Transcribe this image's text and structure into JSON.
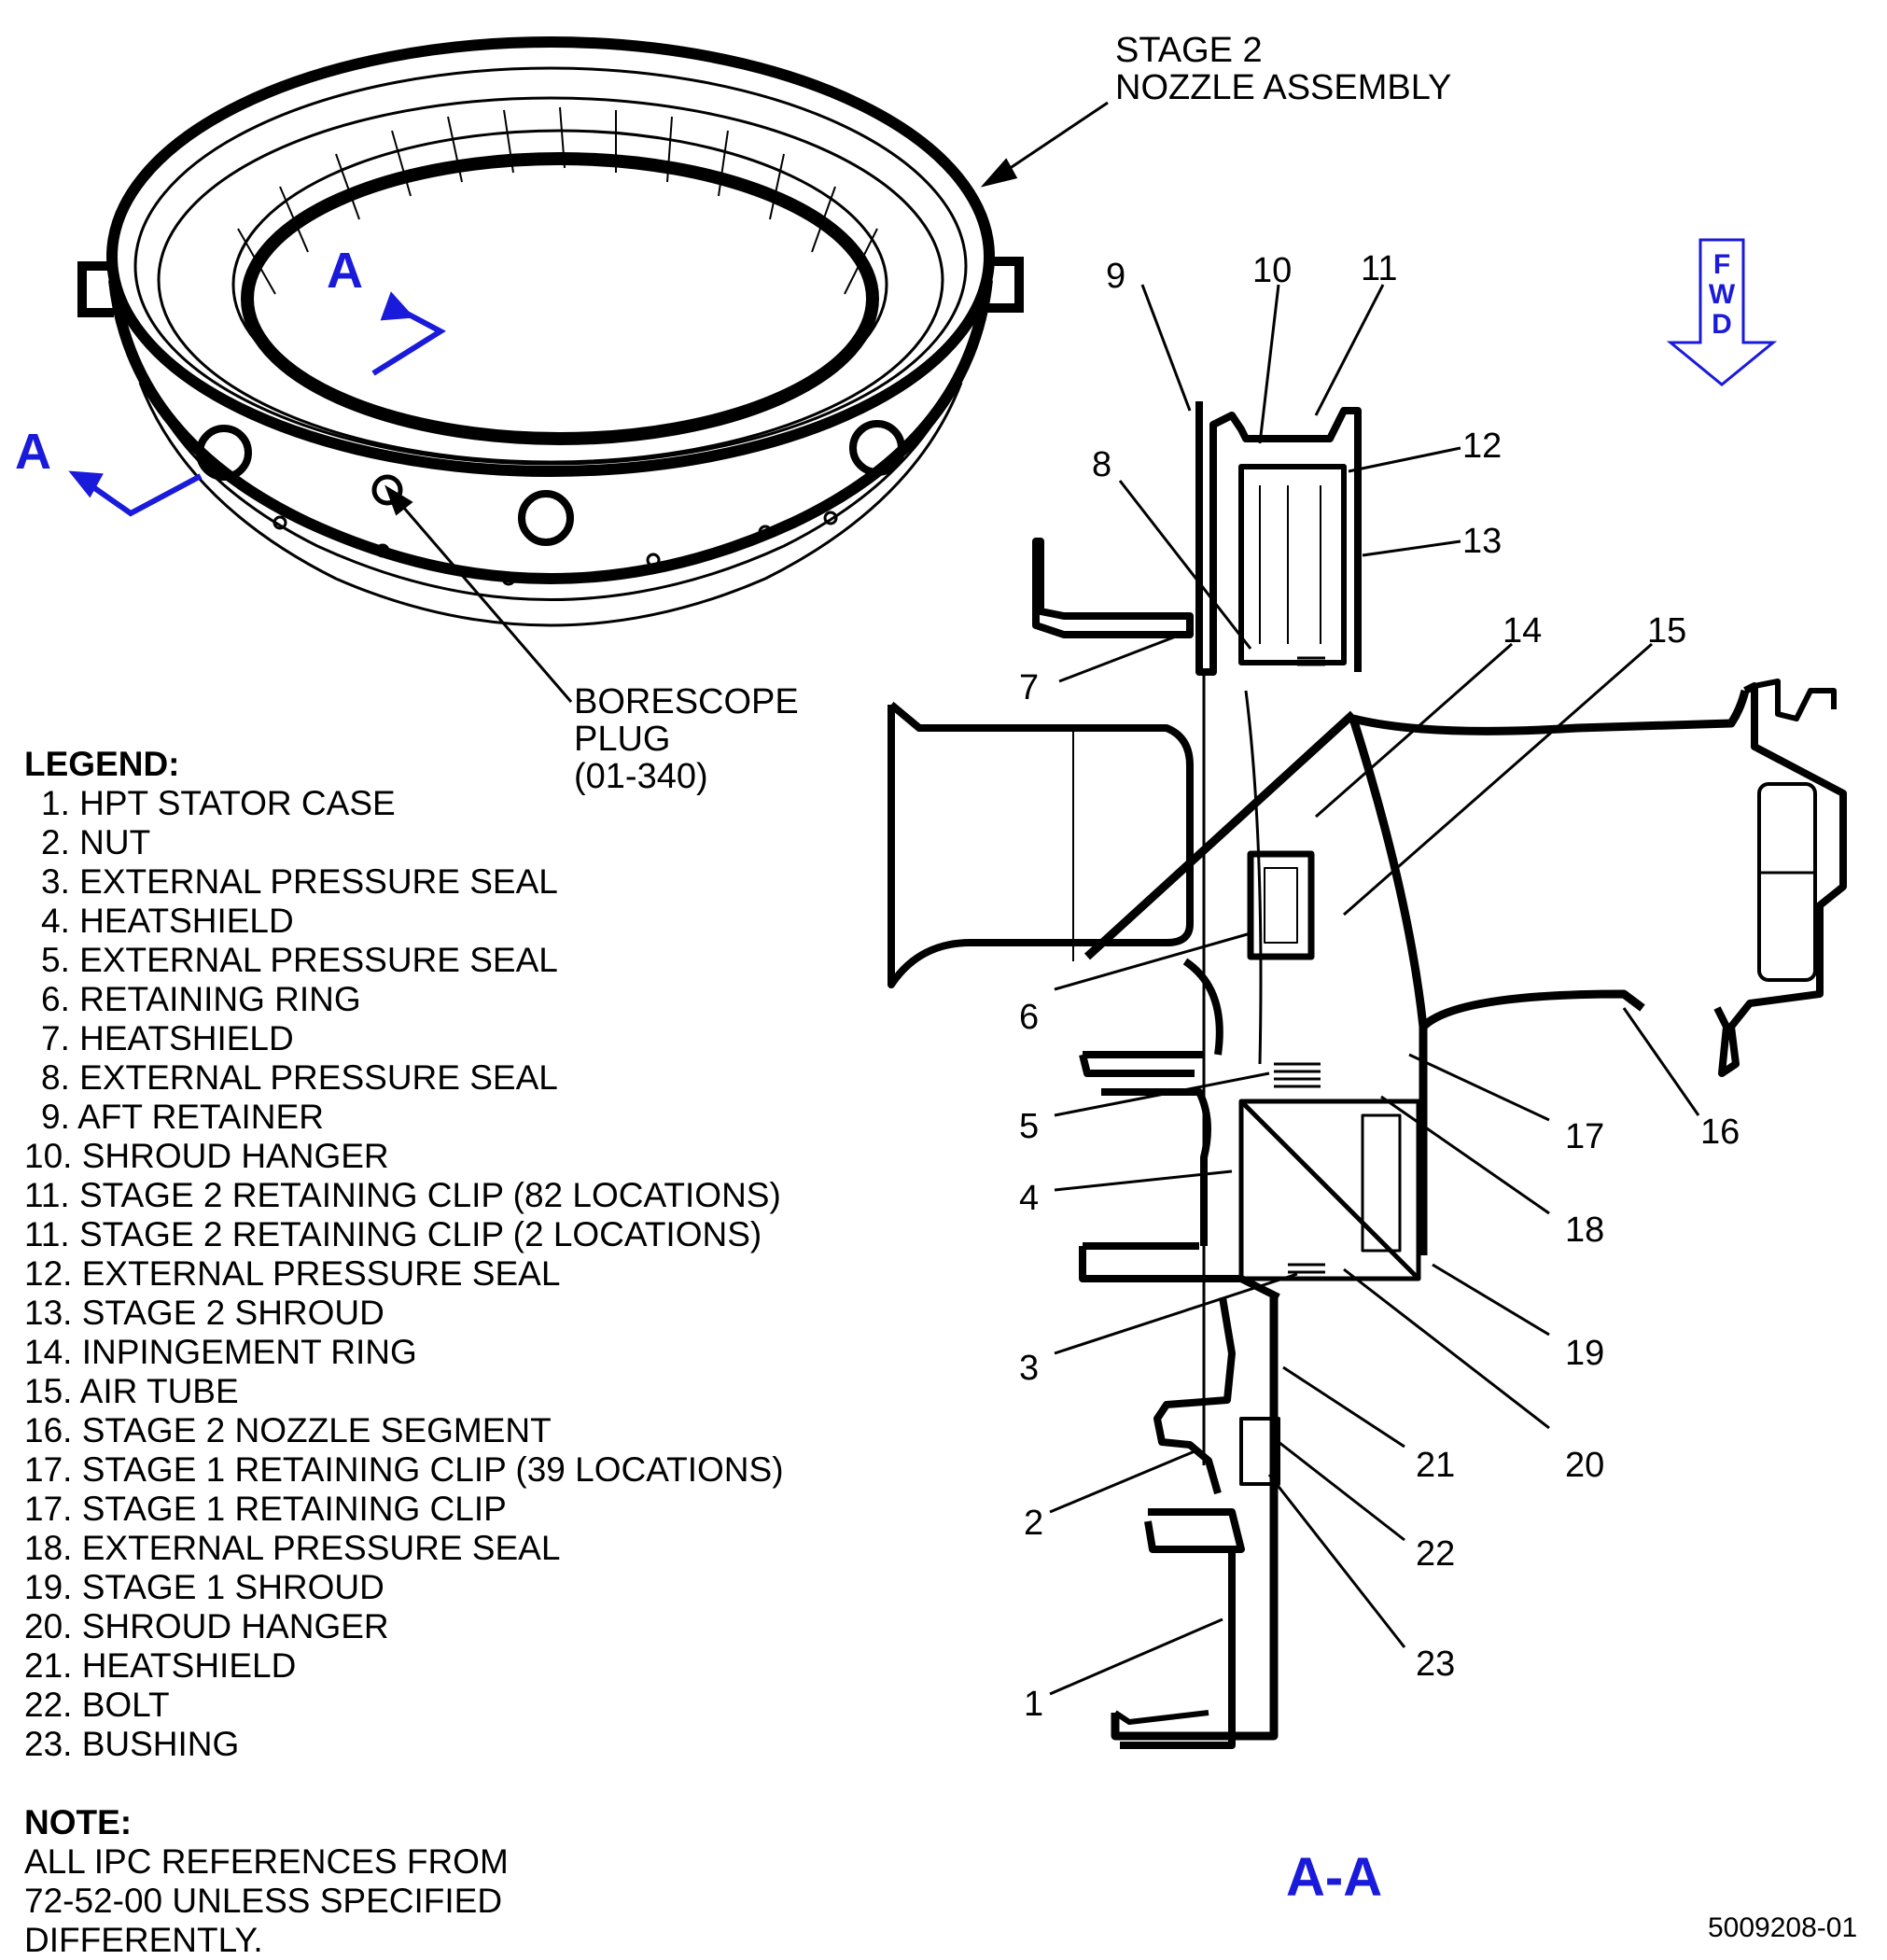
{
  "callouts": {
    "stage2_nozzle_assembly": [
      "STAGE 2",
      "NOZZLE ASSEMBLY"
    ],
    "borescope_plug": [
      "BORESCOPE",
      "PLUG",
      "(01-340)"
    ]
  },
  "section_markers": {
    "a_left": "A",
    "a_top": "A",
    "section_title": "A-A"
  },
  "fwd_indicator": [
    "F",
    "W",
    "D"
  ],
  "index_numbers": [
    "1",
    "2",
    "3",
    "4",
    "5",
    "6",
    "7",
    "8",
    "9",
    "10",
    "11",
    "12",
    "13",
    "14",
    "15",
    "16",
    "17",
    "18",
    "19",
    "20",
    "21",
    "22",
    "23"
  ],
  "legend": {
    "title": "LEGEND:",
    "items": [
      "1. HPT STATOR CASE",
      "2. NUT",
      "3. EXTERNAL PRESSURE SEAL",
      "4. HEATSHIELD",
      "5. EXTERNAL PRESSURE SEAL",
      "6. RETAINING RING",
      "7. HEATSHIELD",
      "8. EXTERNAL PRESSURE SEAL",
      "9. AFT RETAINER",
      "10. SHROUD HANGER",
      "11. STAGE 2 RETAINING CLIP (82 LOCATIONS)",
      "11. STAGE 2 RETAINING CLIP (2 LOCATIONS)",
      "12. EXTERNAL PRESSURE SEAL",
      "13. STAGE 2 SHROUD",
      "14. INPINGEMENT RING",
      "15. AIR TUBE",
      "16. STAGE 2 NOZZLE SEGMENT",
      "17. STAGE 1 RETAINING CLIP (39 LOCATIONS)",
      "17. STAGE 1 RETAINING CLIP",
      "18. EXTERNAL PRESSURE SEAL",
      "19. STAGE 1 SHROUD",
      "20. SHROUD HANGER",
      "21. HEATSHIELD",
      "22. BOLT",
      "23. BUSHING"
    ]
  },
  "note": {
    "title": "NOTE:",
    "lines": [
      "ALL IPC REFERENCES FROM",
      "72-52-00 UNLESS SPECIFIED",
      "DIFFERENTLY."
    ]
  },
  "figure_id": "5009208-01",
  "colors": {
    "ink": "#000000",
    "accent_blue": "#1a1adb",
    "background": "#ffffff"
  }
}
